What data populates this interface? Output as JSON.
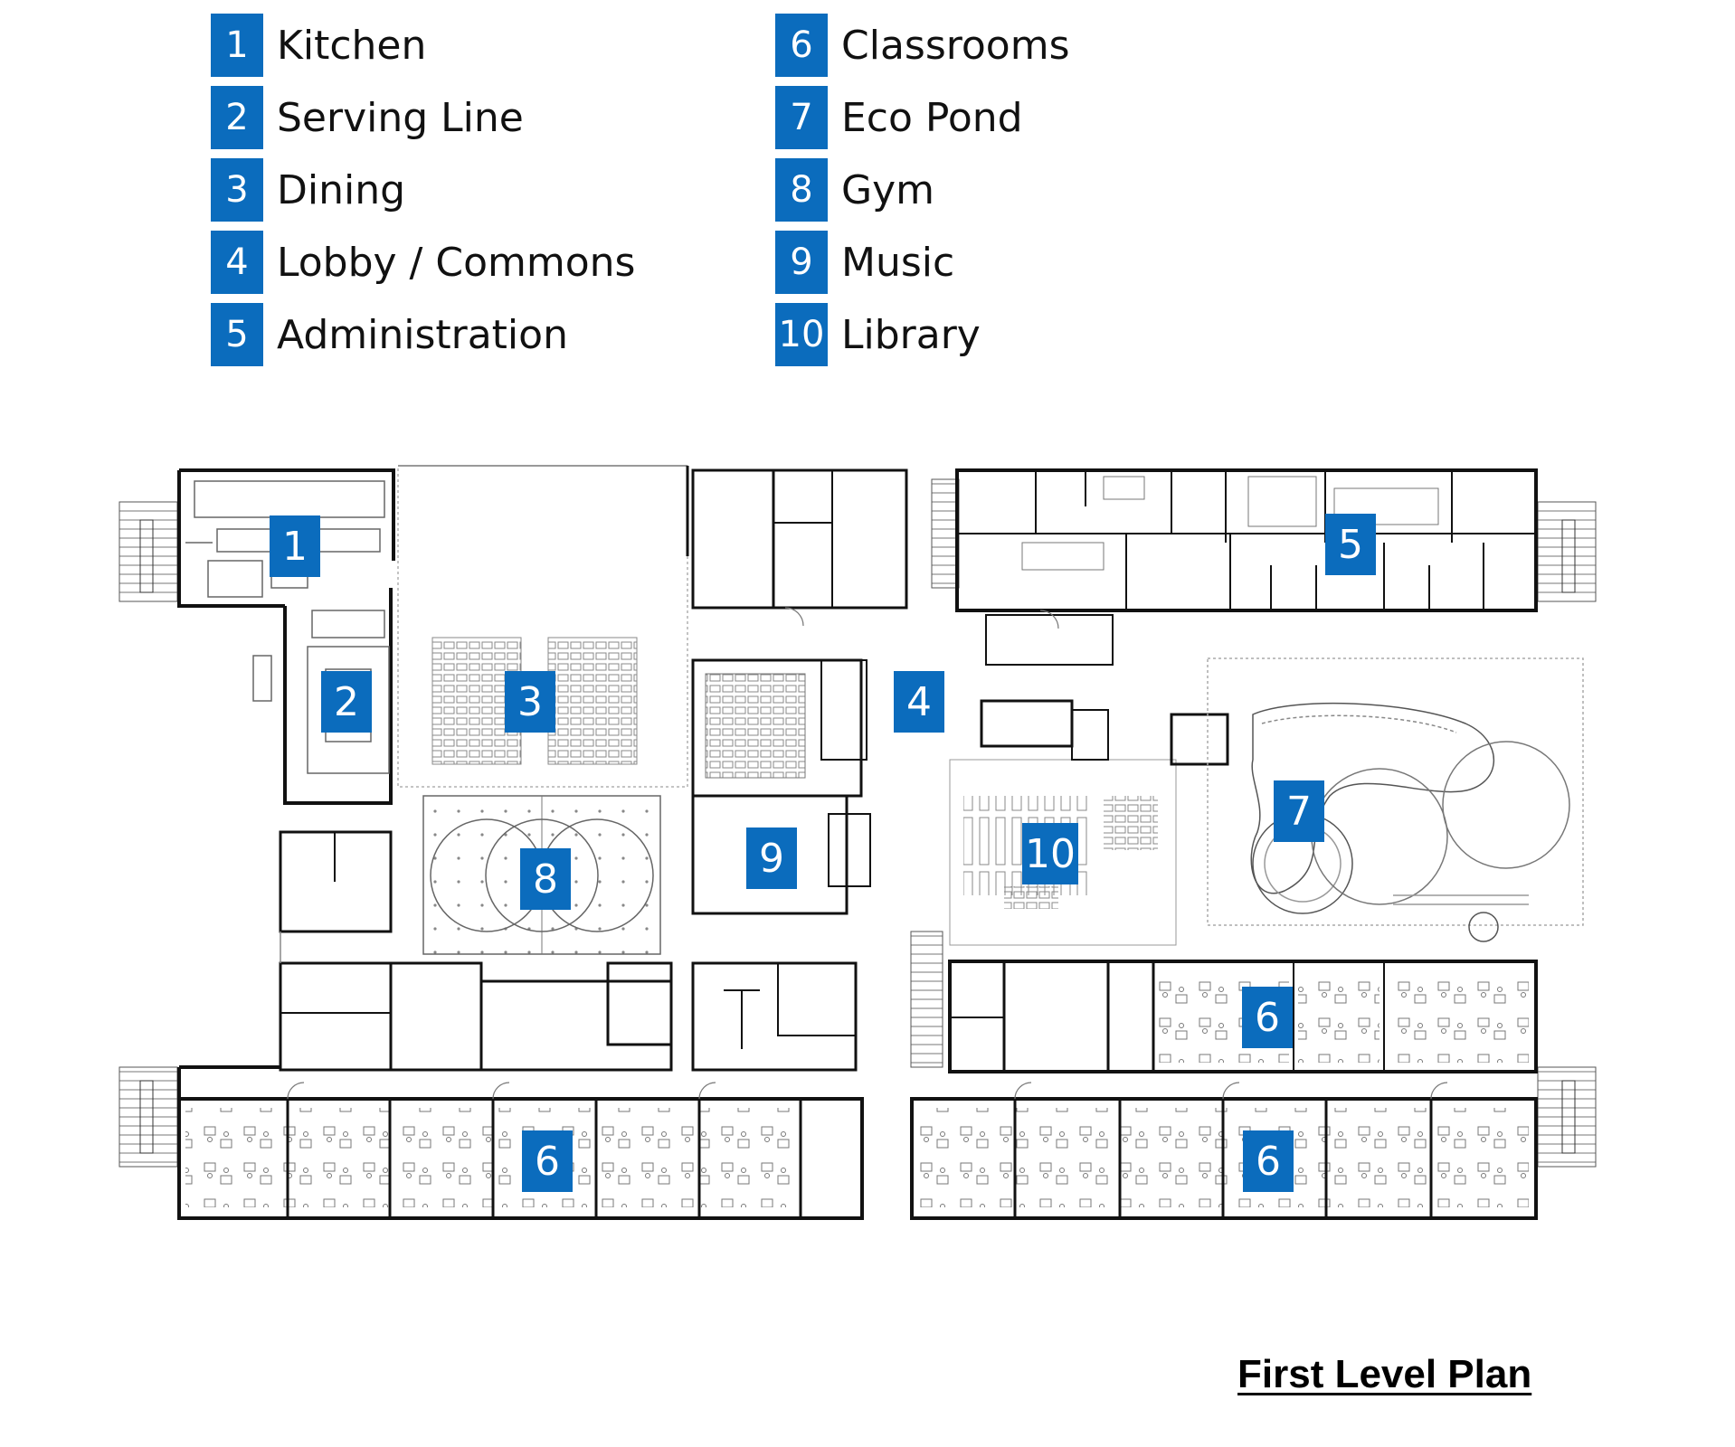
{
  "legend": [
    {
      "number": "1",
      "label": "Kitchen"
    },
    {
      "number": "2",
      "label": "Serving Line"
    },
    {
      "number": "3",
      "label": "Dining"
    },
    {
      "number": "4",
      "label": "Lobby / Commons"
    },
    {
      "number": "5",
      "label": "Administration"
    },
    {
      "number": "6",
      "label": "Classrooms"
    },
    {
      "number": "7",
      "label": "Eco Pond"
    },
    {
      "number": "8",
      "label": "Gym"
    },
    {
      "number": "9",
      "label": "Music"
    },
    {
      "number": "10",
      "label": "Library"
    }
  ],
  "markers": {
    "kitchen": "1",
    "serving": "2",
    "dining": "3",
    "lobby": "4",
    "admin": "5",
    "classroom_a": "6",
    "classroom_b": "6",
    "classroom_c": "6",
    "eco_pond": "7",
    "gym": "8",
    "music": "9",
    "library": "10"
  },
  "title": "First Level Plan",
  "colors": {
    "badge": "#0b6cbd",
    "walls": "#111111",
    "linework": "#666666"
  }
}
